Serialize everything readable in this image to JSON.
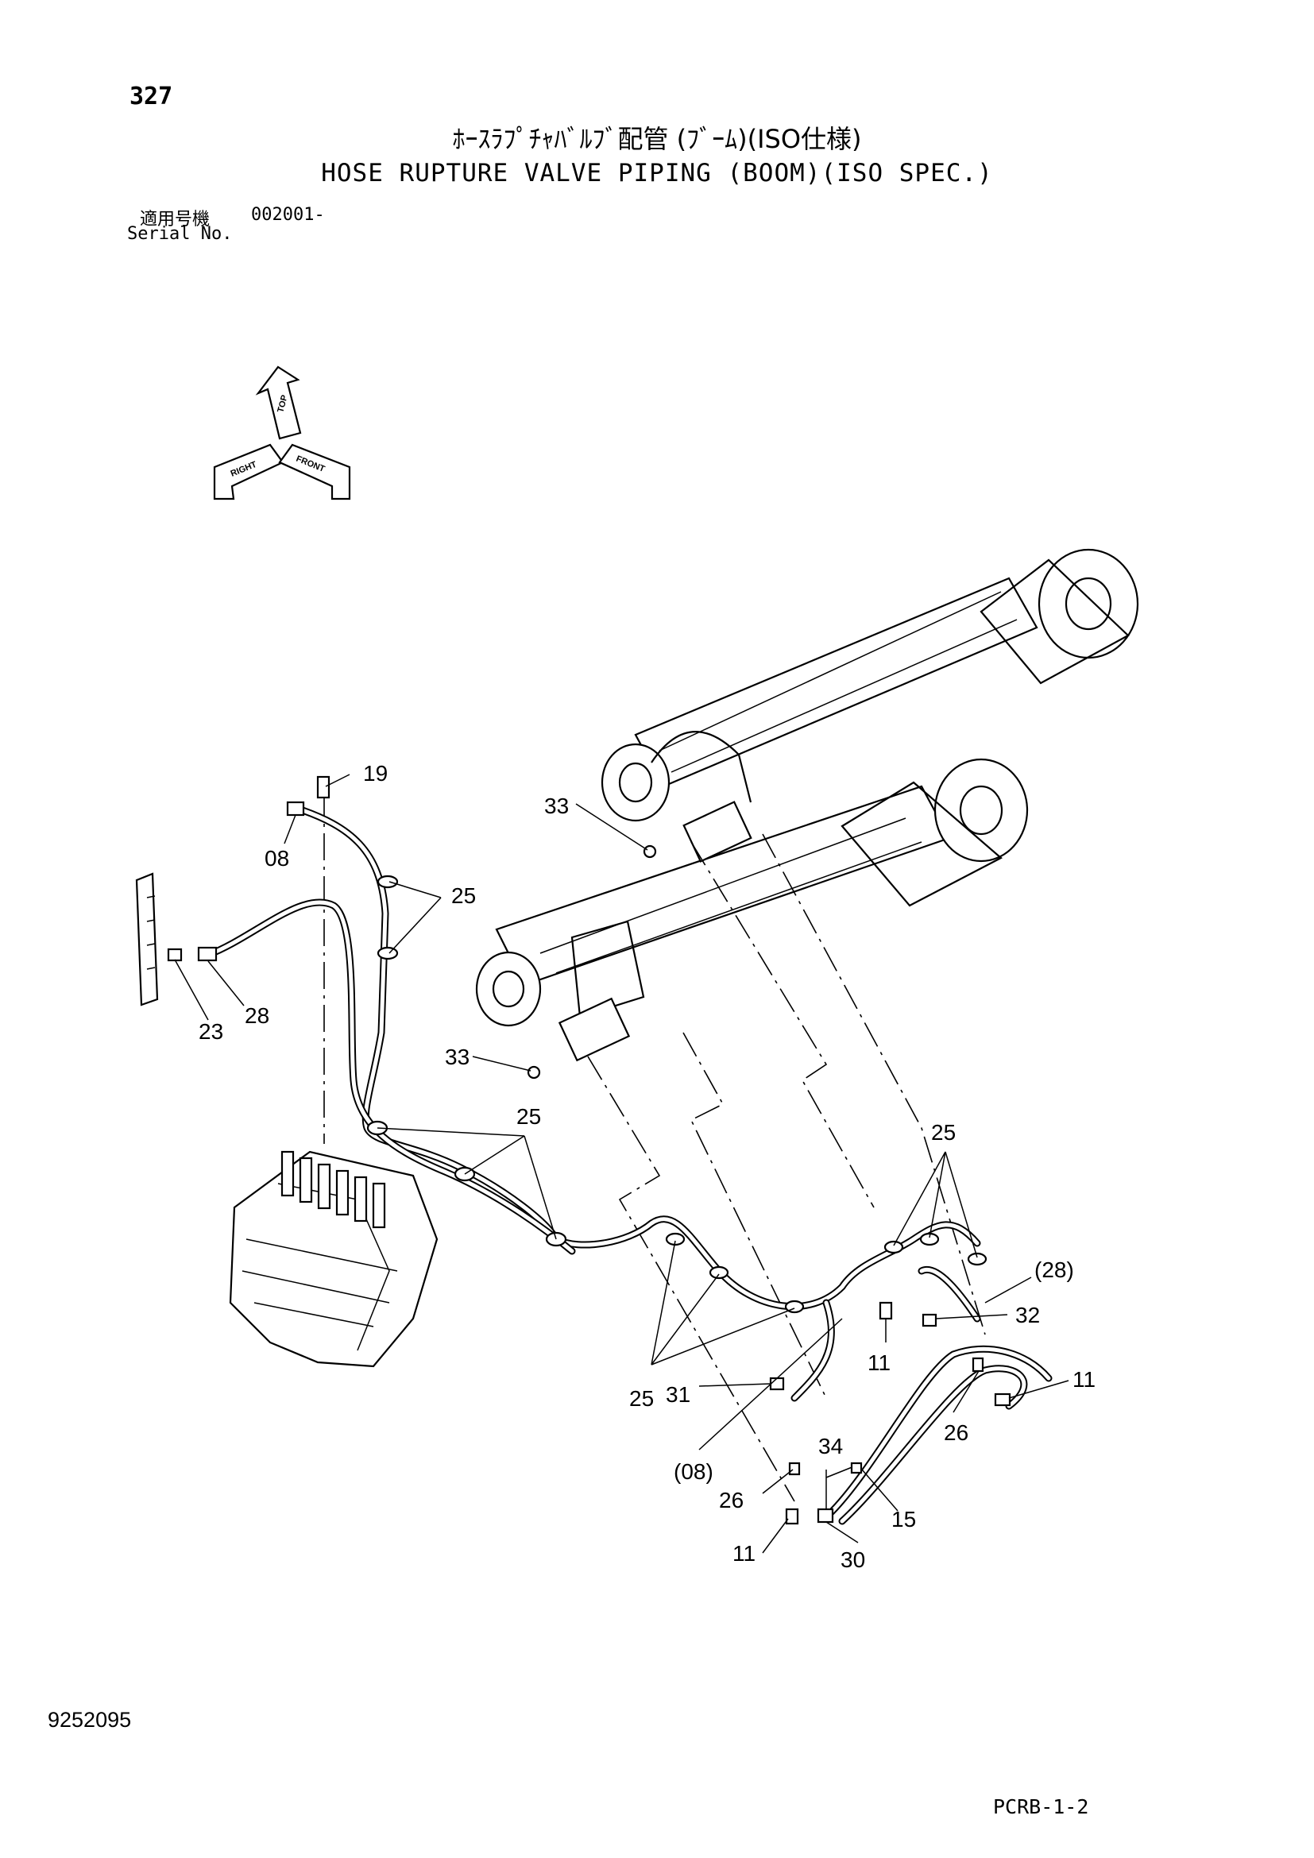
{
  "header": {
    "page_number": "327",
    "title_jp": "ﾎｰｽﾗﾌﾟﾁｬﾊﾞﾙﾌﾞ配管 (ﾌﾞｰﾑ)(ISO仕様)",
    "title_en": "HOSE RUPTURE VALVE PIPING (BOOM)(ISO SPEC.)",
    "serial_label_jp": "適用号機",
    "serial_value": "002001-",
    "serial_label_en": "Serial No."
  },
  "orientation": {
    "top": "TOP",
    "right": "RIGHT",
    "front": "FRONT"
  },
  "callouts": {
    "c19": "19",
    "c08": "08",
    "c25_a": "25",
    "c23": "23",
    "c28": "28",
    "c33_a": "33",
    "c33_b": "33",
    "c25_b": "25",
    "c25_c": "25",
    "c28p": "(28)",
    "c32": "32",
    "c11_a": "11",
    "c11_b": "11",
    "c26_a": "26",
    "c25_d": "25",
    "c31": "31",
    "c08p": "(08)",
    "c34": "34",
    "c26_b": "26",
    "c15": "15",
    "c11_c": "11",
    "c30": "30"
  },
  "footer": {
    "document_number": "9252095",
    "page_code": "PCRB-1-2"
  }
}
